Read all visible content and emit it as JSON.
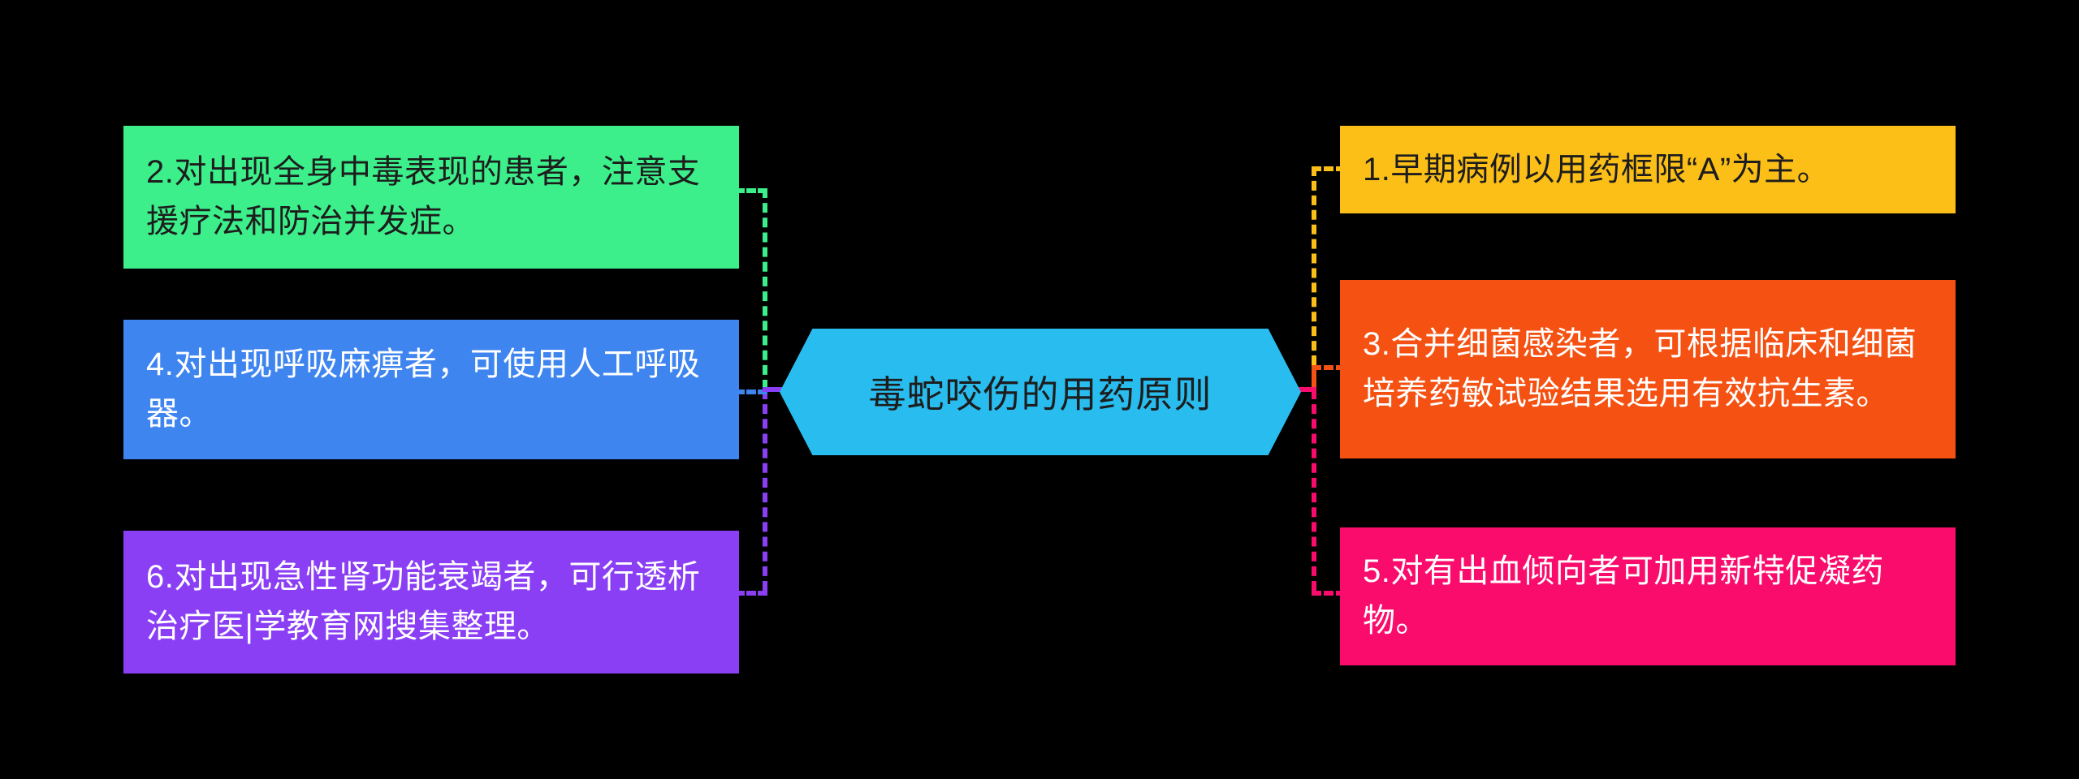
{
  "diagram": {
    "background_color": "#000000",
    "center": {
      "label": "毒蛇咬伤的用药原则",
      "shape": "hexagon",
      "color": "#29BDEF",
      "text_color": "#1d1d1d"
    },
    "left_nodes": [
      {
        "id": "node-2",
        "number": "2",
        "label": "2.对出现全身中毒表现的患者，注意支援疗法和防治并发症。",
        "color": "#3CEF8A",
        "text_color": "#1d1d1d",
        "connector_color": "#3CEF8A"
      },
      {
        "id": "node-4",
        "number": "4",
        "label": "4.对出现呼吸麻痹者，可使用人工呼吸器。",
        "color": "#3F85F0",
        "text_color": "#ffffff",
        "connector_color": "#3F85F0"
      },
      {
        "id": "node-6",
        "number": "6",
        "label": "6.对出现急性肾功能衰竭者，可行透析治疗医|学教育网搜集整理。",
        "color": "#8B3FF5",
        "text_color": "#ffffff",
        "connector_color": "#8B3FF5"
      }
    ],
    "right_nodes": [
      {
        "id": "node-1",
        "number": "1",
        "label": "1.早期病例以用药框限“A”为主。",
        "color": "#FCBF17",
        "text_color": "#1d1d1d",
        "connector_color": "#FCBF17"
      },
      {
        "id": "node-3",
        "number": "3",
        "label": "3.合并细菌感染者，可根据临床和细菌培养药敏试验结果选用有效抗生素。",
        "color": "#F55112",
        "text_color": "#ffffff",
        "connector_color": "#F55112"
      },
      {
        "id": "node-5",
        "number": "5",
        "label": "5.对有出血倾向者可加用新特促凝药物。",
        "color": "#FA0C6C",
        "text_color": "#ffffff",
        "connector_color": "#FA0C6C"
      }
    ]
  }
}
